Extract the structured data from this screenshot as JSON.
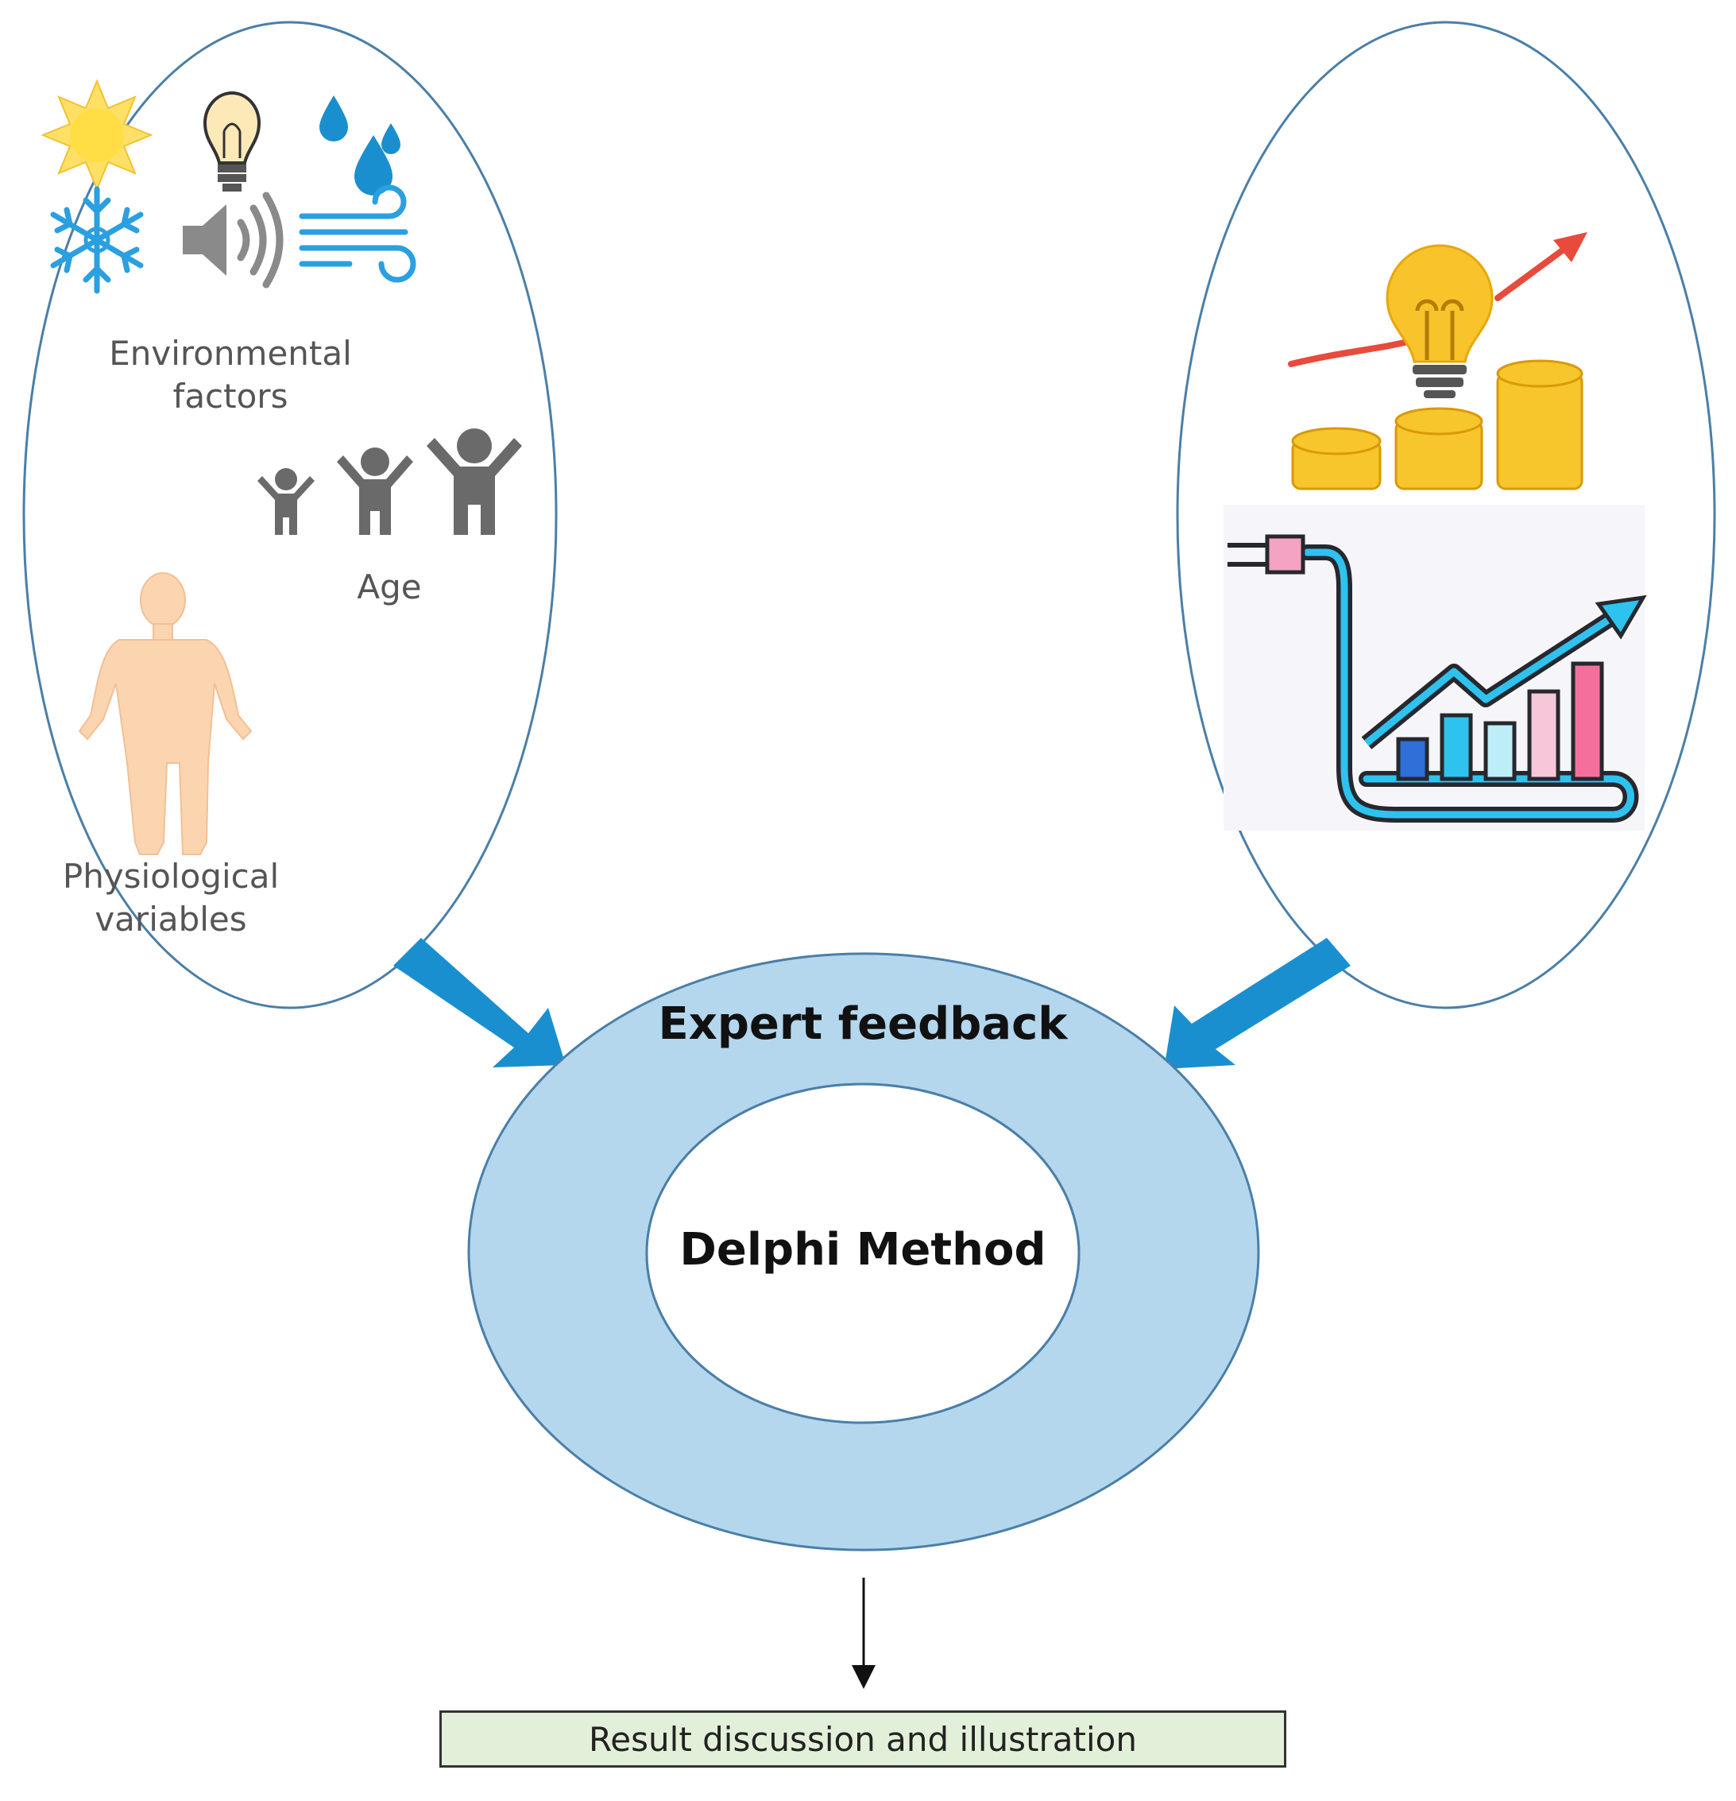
{
  "left_group": {
    "environmental_label_line1": "Environmental",
    "environmental_label_line2": "factors",
    "age_label": "Age",
    "physiological_label_line1": "Physiological",
    "physiological_label_line2": "variables"
  },
  "center": {
    "outer_label": "Expert feedback",
    "inner_label": "Delphi Method"
  },
  "result": {
    "label": "Result discussion and illustration"
  },
  "colors": {
    "ring_fill": "#b4d7ee",
    "arrow_blue": "#1a8fd0",
    "ellipse_stroke": "#4a7fa8",
    "result_fill": "#e2f0d9"
  }
}
